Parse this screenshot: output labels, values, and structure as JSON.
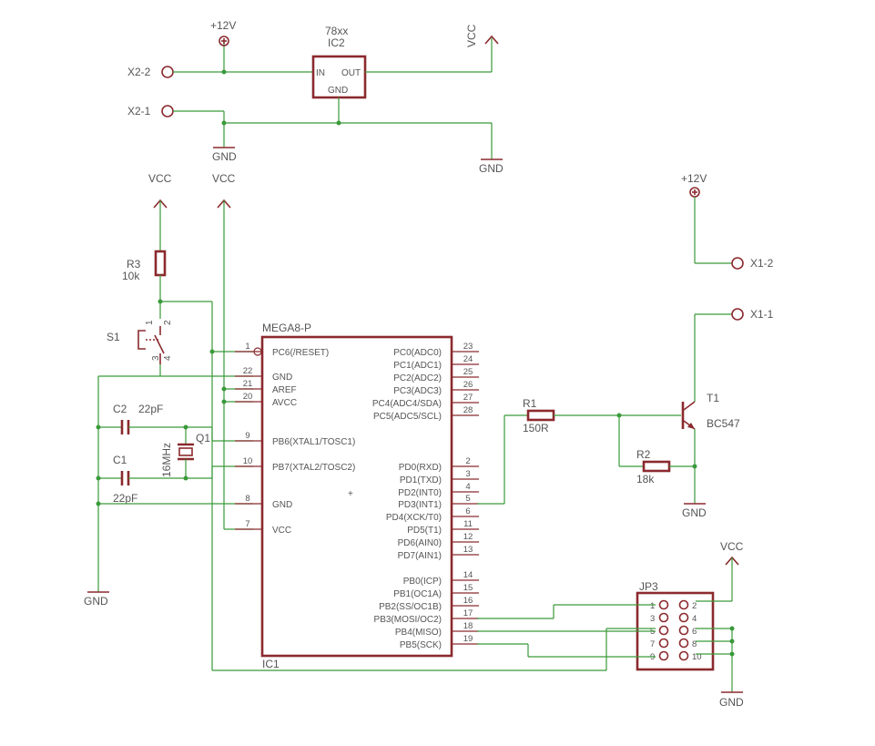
{
  "power": {
    "plus12v_top": "+12V",
    "plus12v_right": "+12V",
    "vcc_top": "VCC",
    "vcc_left1": "VCC",
    "vcc_left2": "VCC",
    "vcc_jp": "VCC",
    "gnd": "GND"
  },
  "regulator": {
    "type": "78xx",
    "name": "IC2",
    "in": "IN",
    "out": "OUT",
    "gnd": "GND"
  },
  "connectors": {
    "x22": "X2-2",
    "x21": "X2-1",
    "x12": "X1-2",
    "x11": "X1-1"
  },
  "components": {
    "r3_name": "R3",
    "r3_val": "10k",
    "s1": "S1",
    "c2_name": "C2",
    "c2_val": "22pF",
    "c1_name": "C1",
    "c1_val": "22pF",
    "q1": "Q1",
    "q1_val": "16MHz",
    "r1_name": "R1",
    "r1_val": "150R",
    "r2_name": "R2",
    "r2_val": "18k",
    "t1_name": "T1",
    "t1_val": "BC547",
    "jp3": "JP3",
    "s1_pins": [
      "1",
      "2",
      "3",
      "4"
    ]
  },
  "mcu": {
    "title": "MEGA8-P",
    "ref": "IC1",
    "left_pins": [
      {
        "name": "PC6(/RESET)",
        "num": "1"
      },
      {
        "name": "GND",
        "num": "22"
      },
      {
        "name": "AREF",
        "num": "21"
      },
      {
        "name": "AVCC",
        "num": "20"
      },
      {
        "name": "PB6(XTAL1/TOSC1)",
        "num": "9"
      },
      {
        "name": "PB7(XTAL2/TOSC2)",
        "num": "10"
      },
      {
        "name": "GND",
        "num": "8"
      },
      {
        "name": "VCC",
        "num": "7"
      }
    ],
    "right_pins": [
      {
        "name": "PC0(ADC0)",
        "num": "23"
      },
      {
        "name": "PC1(ADC1)",
        "num": "24"
      },
      {
        "name": "PC2(ADC2)",
        "num": "25"
      },
      {
        "name": "PC3(ADC3)",
        "num": "26"
      },
      {
        "name": "PC4(ADC4/SDA)",
        "num": "27"
      },
      {
        "name": "PC5(ADC5/SCL)",
        "num": "28"
      },
      {
        "name": "PD0(RXD)",
        "num": "2"
      },
      {
        "name": "PD1(TXD)",
        "num": "3"
      },
      {
        "name": "PD2(INT0)",
        "num": "4"
      },
      {
        "name": "PD3(INT1)",
        "num": "5"
      },
      {
        "name": "PD4(XCK/T0)",
        "num": "6"
      },
      {
        "name": "PD5(T1)",
        "num": "11"
      },
      {
        "name": "PD6(AIN0)",
        "num": "12"
      },
      {
        "name": "PD7(AIN1)",
        "num": "13"
      },
      {
        "name": "PB0(ICP)",
        "num": "14"
      },
      {
        "name": "PB1(OC1A)",
        "num": "15"
      },
      {
        "name": "PB2(SS/OC1B)",
        "num": "16"
      },
      {
        "name": "PB3(MOSI/OC2)",
        "num": "17"
      },
      {
        "name": "PB4(MISO)",
        "num": "18"
      },
      {
        "name": "PB5(SCK)",
        "num": "19"
      }
    ]
  },
  "header_pins": {
    "left": [
      "1",
      "3",
      "5",
      "7",
      "9"
    ],
    "right": [
      "2",
      "4",
      "6",
      "8",
      "10"
    ]
  }
}
